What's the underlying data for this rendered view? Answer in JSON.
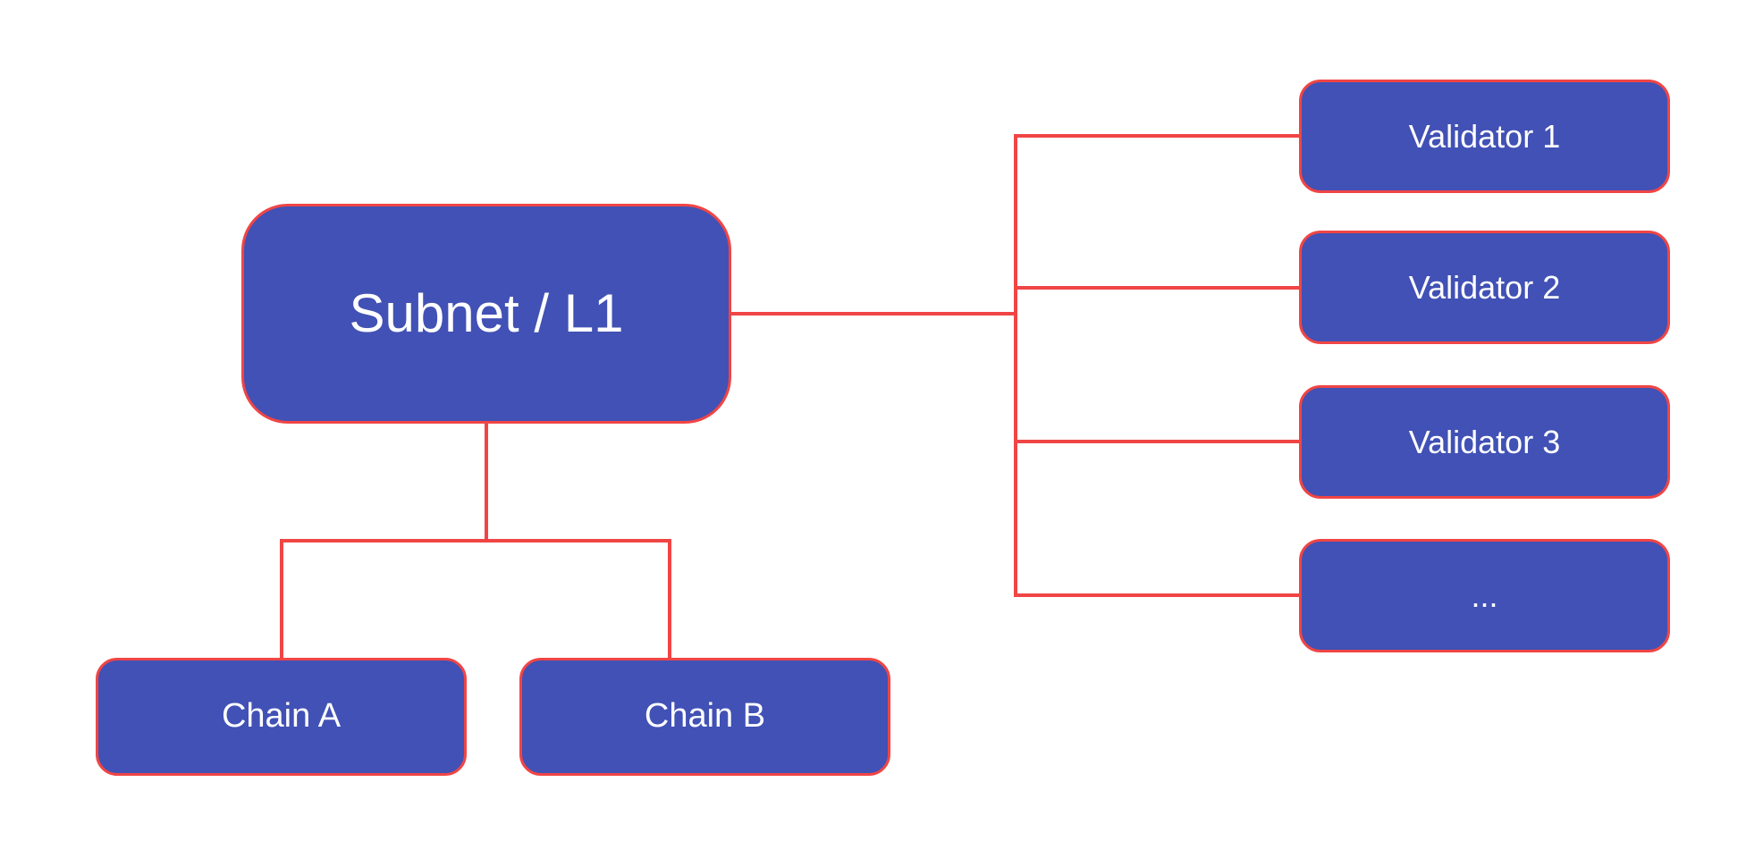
{
  "diagram": {
    "nodes": {
      "subnet": {
        "label": "Subnet / L1"
      },
      "validators": [
        {
          "label": "Validator 1"
        },
        {
          "label": "Validator 2"
        },
        {
          "label": "Validator 3"
        },
        {
          "label": "..."
        }
      ],
      "chains": [
        {
          "label": "Chain A"
        },
        {
          "label": "Chain B"
        }
      ]
    },
    "edges": [
      {
        "from": "subnet",
        "to": "validator-1"
      },
      {
        "from": "subnet",
        "to": "validator-2"
      },
      {
        "from": "subnet",
        "to": "validator-3"
      },
      {
        "from": "subnet",
        "to": "validator-more"
      },
      {
        "from": "subnet",
        "to": "chain-a"
      },
      {
        "from": "subnet",
        "to": "chain-b"
      }
    ],
    "colors": {
      "node_fill": "#4151B5",
      "node_border": "#F04545",
      "connector": "#F04545",
      "node_text": "#FFFFFF",
      "background": "#FFFFFF"
    }
  }
}
